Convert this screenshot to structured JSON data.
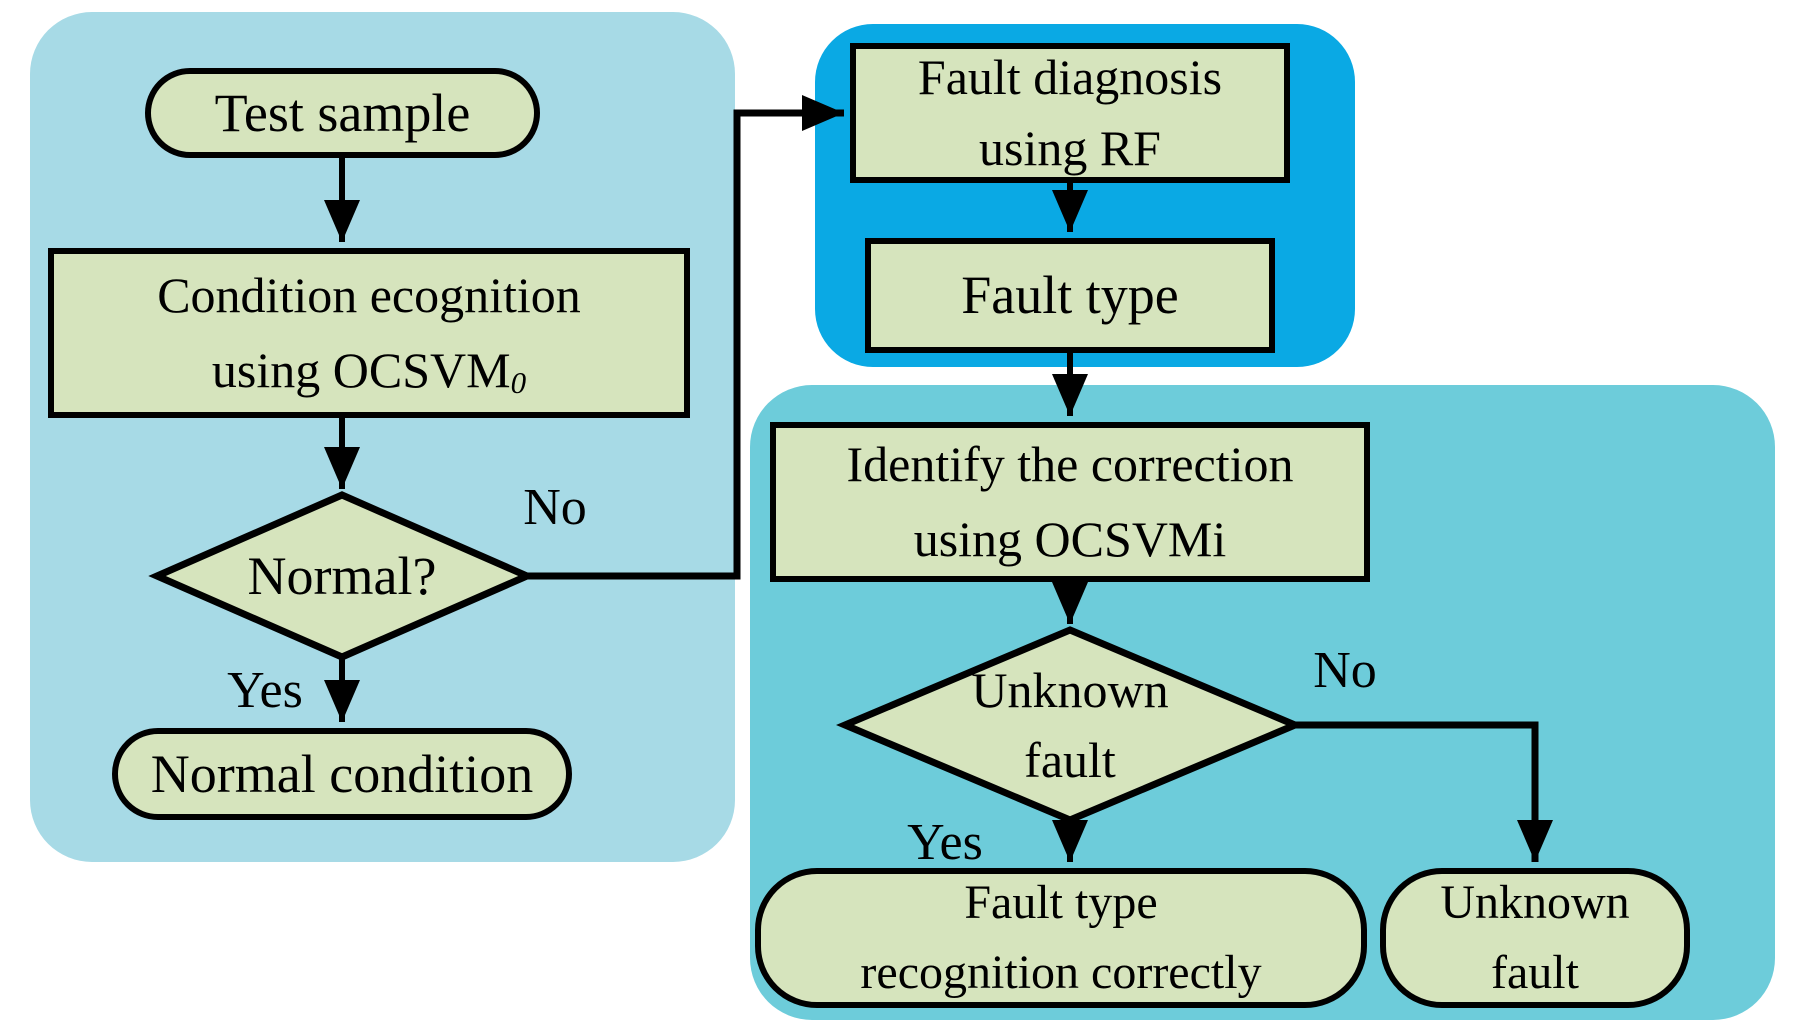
{
  "diagram": {
    "colors": {
      "left_panel": "#a7dae6",
      "top_right_panel": "#0aa9e4",
      "bottom_right_panel": "#6dccda",
      "node_fill": "#d6e4bd",
      "line": "#000000",
      "background": "#ffffff"
    },
    "nodes": {
      "test_sample": {
        "text": "Test sample"
      },
      "condition_recognition": {
        "line1": "Condition ecognition",
        "line2_main": "using OCSVM",
        "line2_sub": "0"
      },
      "normal_decision": {
        "text": "Normal?"
      },
      "normal_condition": {
        "text": "Normal condition"
      },
      "fault_diagnosis": {
        "line1": "Fault diagnosis",
        "line2": "using RF"
      },
      "fault_type": {
        "text": "Fault type"
      },
      "identify_correction": {
        "line1": "Identify the correction",
        "line2": "using OCSVMi"
      },
      "unknown_fault_decision": {
        "line1": "Unknown",
        "line2": "fault"
      },
      "fault_type_recognition": {
        "line1": "Fault type",
        "line2": "recognition correctly"
      },
      "unknown_fault_result": {
        "line1": "Unknown",
        "line2": "fault"
      }
    },
    "edge_labels": {
      "normal_no": "No",
      "normal_yes": "Yes",
      "unknown_no": "No",
      "unknown_yes": "Yes"
    }
  }
}
